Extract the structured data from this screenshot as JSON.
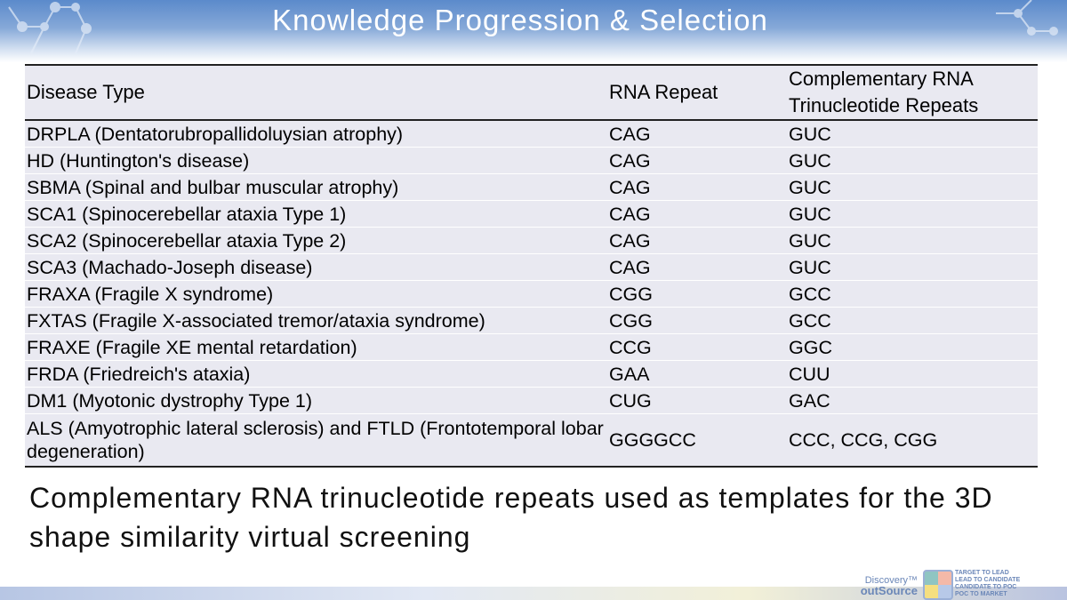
{
  "slide": {
    "title": "Knowledge Progression & Selection"
  },
  "table": {
    "headers": [
      "Disease Type",
      "RNA Repeat",
      "Complementary RNA Trinucleotide Repeats"
    ],
    "rows": [
      [
        "DRPLA (Dentatorubropallidoluysian atrophy)",
        "CAG",
        "GUC"
      ],
      [
        "HD (Huntington's disease)",
        "CAG",
        "GUC"
      ],
      [
        "SBMA (Spinal and bulbar muscular atrophy)",
        "CAG",
        "GUC"
      ],
      [
        "SCA1 (Spinocerebellar ataxia Type 1)",
        "CAG",
        "GUC"
      ],
      [
        "SCA2 (Spinocerebellar ataxia Type 2)",
        "CAG",
        "GUC"
      ],
      [
        "SCA3 (Machado-Joseph disease)",
        "CAG",
        "GUC"
      ],
      [
        "FRAXA (Fragile X syndrome)",
        "CGG",
        "GCC"
      ],
      [
        "FXTAS (Fragile X-associated tremor/ataxia syndrome)",
        "CGG",
        "GCC"
      ],
      [
        "FRAXE (Fragile XE mental retardation)",
        "CCG",
        "GGC"
      ],
      [
        "FRDA (Friedreich's ataxia)",
        "GAA",
        "CUU"
      ],
      [
        "DM1 (Myotonic dystrophy Type 1)",
        "CUG",
        "GAC"
      ],
      [
        "ALS (Amyotrophic lateral sclerosis) and FTLD (Frontotemporal lobar degeneration)",
        "GGGGCC",
        "CCC, CCG, CGG"
      ]
    ]
  },
  "caption": "Complementary RNA trinucleotide repeats used as templates for the 3D shape similarity virtual screening",
  "logo": {
    "brand_top": "Discovery™",
    "brand_bottom": "outSource",
    "tagline": [
      "Target to Lead",
      "Lead to Candidate",
      "Candidate to PoC",
      "PoC to Market"
    ]
  }
}
